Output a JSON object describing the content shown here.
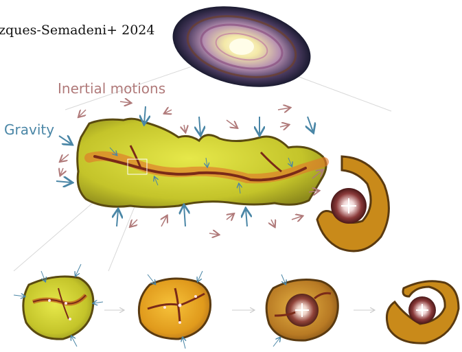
{
  "citation": "zques-Semadeni+ 2024",
  "labels": {
    "inertial_motions": "Inertial motions",
    "gravity": "Gravity"
  },
  "colors": {
    "inertial_arrow": "#b07a7a",
    "gravity_arrow": "#4a86a6",
    "cloud_fill": "#c9cc2a",
    "cloud_edge": "#5a4a10",
    "filament": "#c0561a",
    "core": "#7a2a18",
    "star_cluster": "#6b2a2a",
    "shell": "#c98a1a",
    "connector": "#cccccc"
  },
  "panels": [
    {
      "name": "galaxy",
      "icon": "spiral-galaxy"
    },
    {
      "name": "filamentary-cloud",
      "icon": "cloud-with-filaments"
    },
    {
      "name": "stage-1",
      "icon": "clump-filaments"
    },
    {
      "name": "stage-2",
      "icon": "clump-forming-stars"
    },
    {
      "name": "stage-3",
      "icon": "clump-star-cluster"
    },
    {
      "name": "stage-4",
      "icon": "cluster-dispersing-cloud"
    }
  ]
}
